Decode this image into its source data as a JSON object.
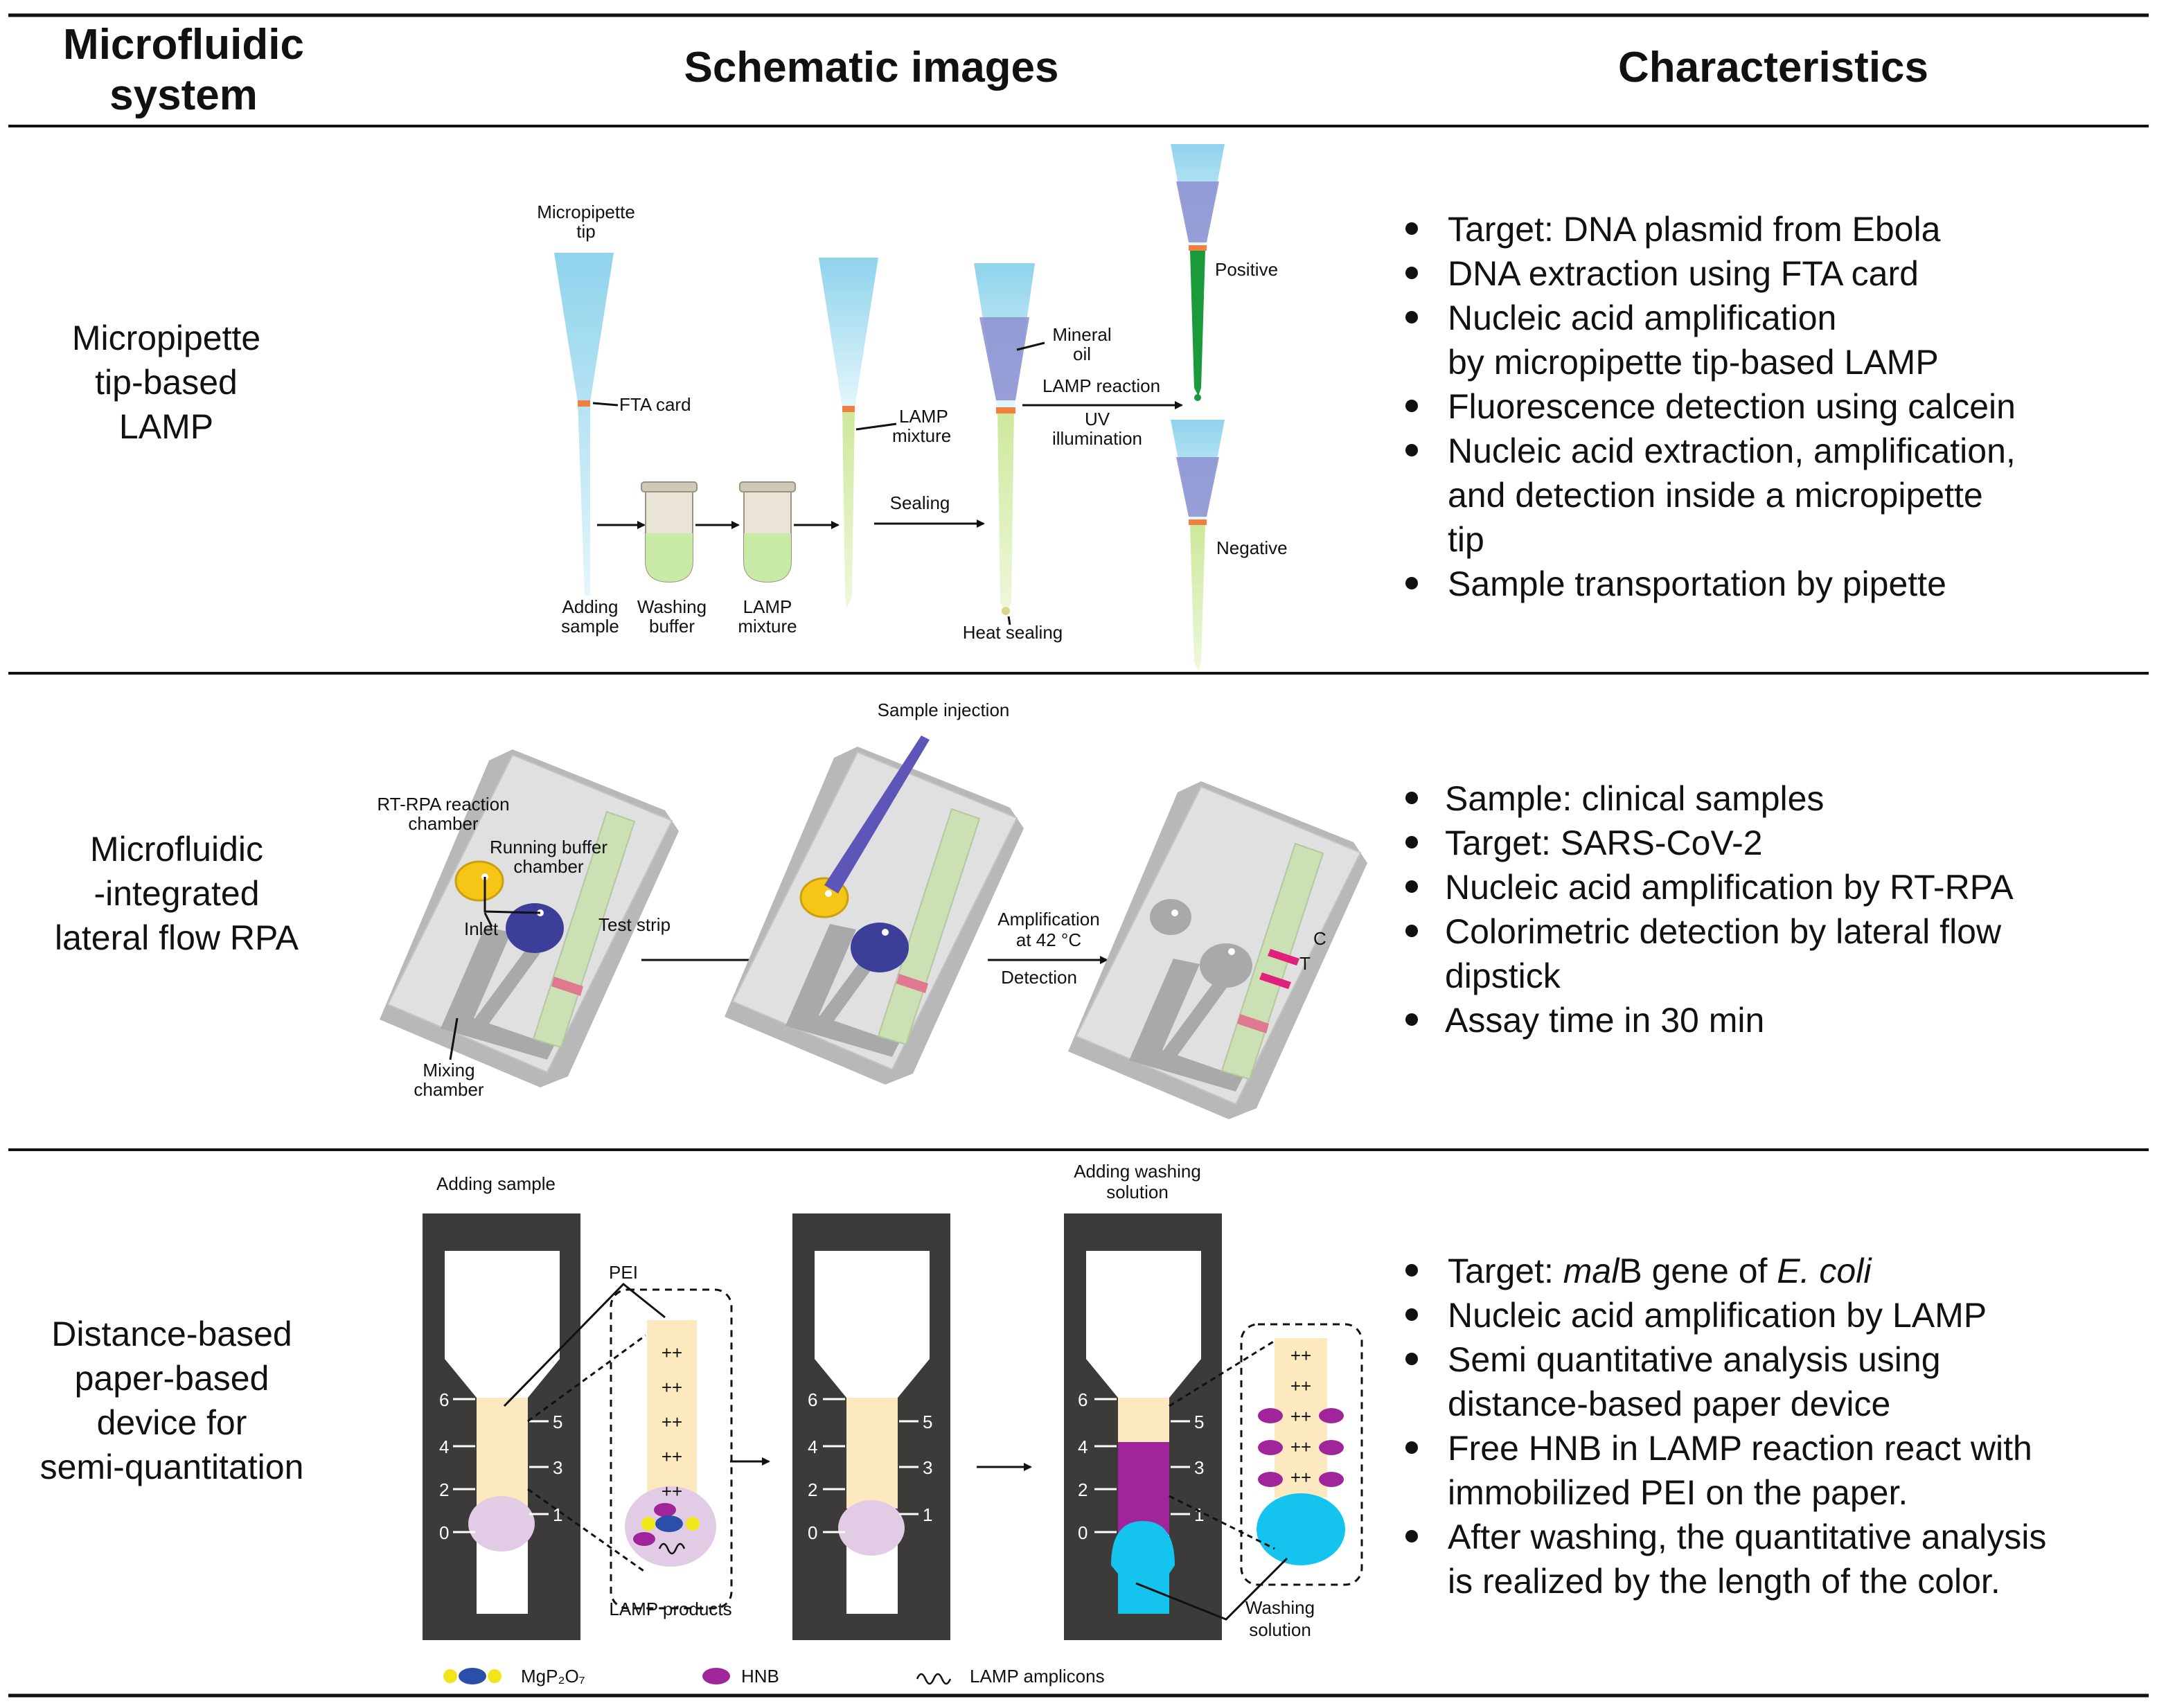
{
  "headers": {
    "system_line1": "Microfluidic",
    "system_line2": "system",
    "schematic": "Schematic images",
    "characteristics": "Characteristics"
  },
  "rows": [
    {
      "system_lines": [
        "Micropipette",
        "tip-based",
        "LAMP"
      ],
      "characteristics": [
        "Target: DNA plasmid from Ebola",
        "DNA extraction using FTA card",
        "Nucleic acid amplification",
        "by micropipette tip-based LAMP",
        "Fluorescence detection using calcein",
        "Nucleic acid extraction, amplification,",
        "and detection inside a micropipette",
        "tip",
        "Sample transportation by pipette"
      ],
      "labels": {
        "micropipette_tip_1": "Micropipette",
        "micropipette_tip_2": "tip",
        "fta_card": "FTA card",
        "adding_sample_1": "Adding",
        "adding_sample_2": "sample",
        "washing_buffer_1": "Washing",
        "washing_buffer_2": "buffer",
        "lamp_mixture_tube_1": "LAMP",
        "lamp_mixture_tube_2": "mixture",
        "lamp_mixture_tip_1": "LAMP",
        "lamp_mixture_tip_2": "mixture",
        "sealing": "Sealing",
        "heat_sealing": "Heat sealing",
        "mineral_oil_1": "Mineral",
        "mineral_oil_2": "oil",
        "lamp_reaction": "LAMP reaction",
        "uv_illumination_1": "UV",
        "uv_illumination_2": "illumination",
        "positive": "Positive",
        "negative": "Negative"
      }
    },
    {
      "system_lines": [
        "Microfluidic",
        "-integrated",
        "lateral flow RPA"
      ],
      "characteristics": [
        "Sample: clinical samples",
        "Target: SARS-CoV-2",
        "Nucleic acid amplification by RT-RPA",
        "Colorimetric detection by lateral flow",
        "dipstick",
        "Assay time in 30 min"
      ],
      "labels": {
        "rt_rpa_chamber_1": "RT-RPA reaction",
        "rt_rpa_chamber_2": "chamber",
        "running_buffer_1": "Running buffer",
        "running_buffer_2": "chamber",
        "inlet": "Inlet",
        "test_strip": "Test strip",
        "mixing_chamber_1": "Mixing",
        "mixing_chamber_2": "chamber",
        "sample_injection": "Sample injection",
        "amplification_1": "Amplification",
        "amplification_2": "at 42 °C",
        "detection": "Detection",
        "c_line": "C",
        "t_line": "T"
      }
    },
    {
      "system_lines": [
        "Distance-based",
        "paper-based",
        "device for",
        "semi-quantitation"
      ],
      "characteristics_rich": [
        [
          {
            "t": "Target: "
          },
          {
            "t": "mal",
            "i": true
          },
          {
            "t": "B gene of "
          },
          {
            "t": "E. coli",
            "i": true
          }
        ],
        [
          {
            "t": "Nucleic acid amplification by LAMP"
          }
        ],
        [
          {
            "t": "Semi quantitative analysis using"
          }
        ],
        [
          {
            "t": "distance-based paper device"
          }
        ],
        [
          {
            "t": "Free HNB in LAMP reaction react with"
          }
        ],
        [
          {
            "t": "immobilized PEI on the paper."
          }
        ],
        [
          {
            "t": "After washing, the quantitative analysis"
          }
        ],
        [
          {
            "t": "is realized by the length of the color."
          }
        ]
      ],
      "labels": {
        "adding_sample": "Adding sample",
        "adding_washing_1": "Adding washing",
        "adding_washing_2": "solution",
        "pei": "PEI",
        "lamp_products": "LAMP products",
        "washing_solution_1": "Washing",
        "washing_solution_2": "solution",
        "scale_left": [
          "0",
          "2",
          "4",
          "6"
        ],
        "scale_right": [
          "1",
          "3",
          "5"
        ],
        "plus_plus": "++",
        "legend_mgppi": "MgP₂O₇",
        "legend_hnb": "HNB",
        "legend_amplicons": "LAMP amplicons"
      }
    }
  ],
  "colors": {
    "tip_blue": "#a8dff0",
    "lamp_green": "#d8eeb0",
    "fta_orange": "#f08040",
    "oil_purple": "#7b7fc4",
    "positive_green": "#1a9a3a",
    "chip_gray": "#d6d6d6",
    "strip_green": "#c8dcb0",
    "yellow_chamber": "#f5c518",
    "blue_chamber": "#3b3f9a",
    "band_pink": "#e07890",
    "band_magenta": "#e0207a",
    "device_dark": "#3d3b39",
    "paper_beige": "#fde9c0",
    "hnb_purple": "#a0259a",
    "pad_lilac": "#e2cce5",
    "wash_cyan": "#14c4ee"
  }
}
